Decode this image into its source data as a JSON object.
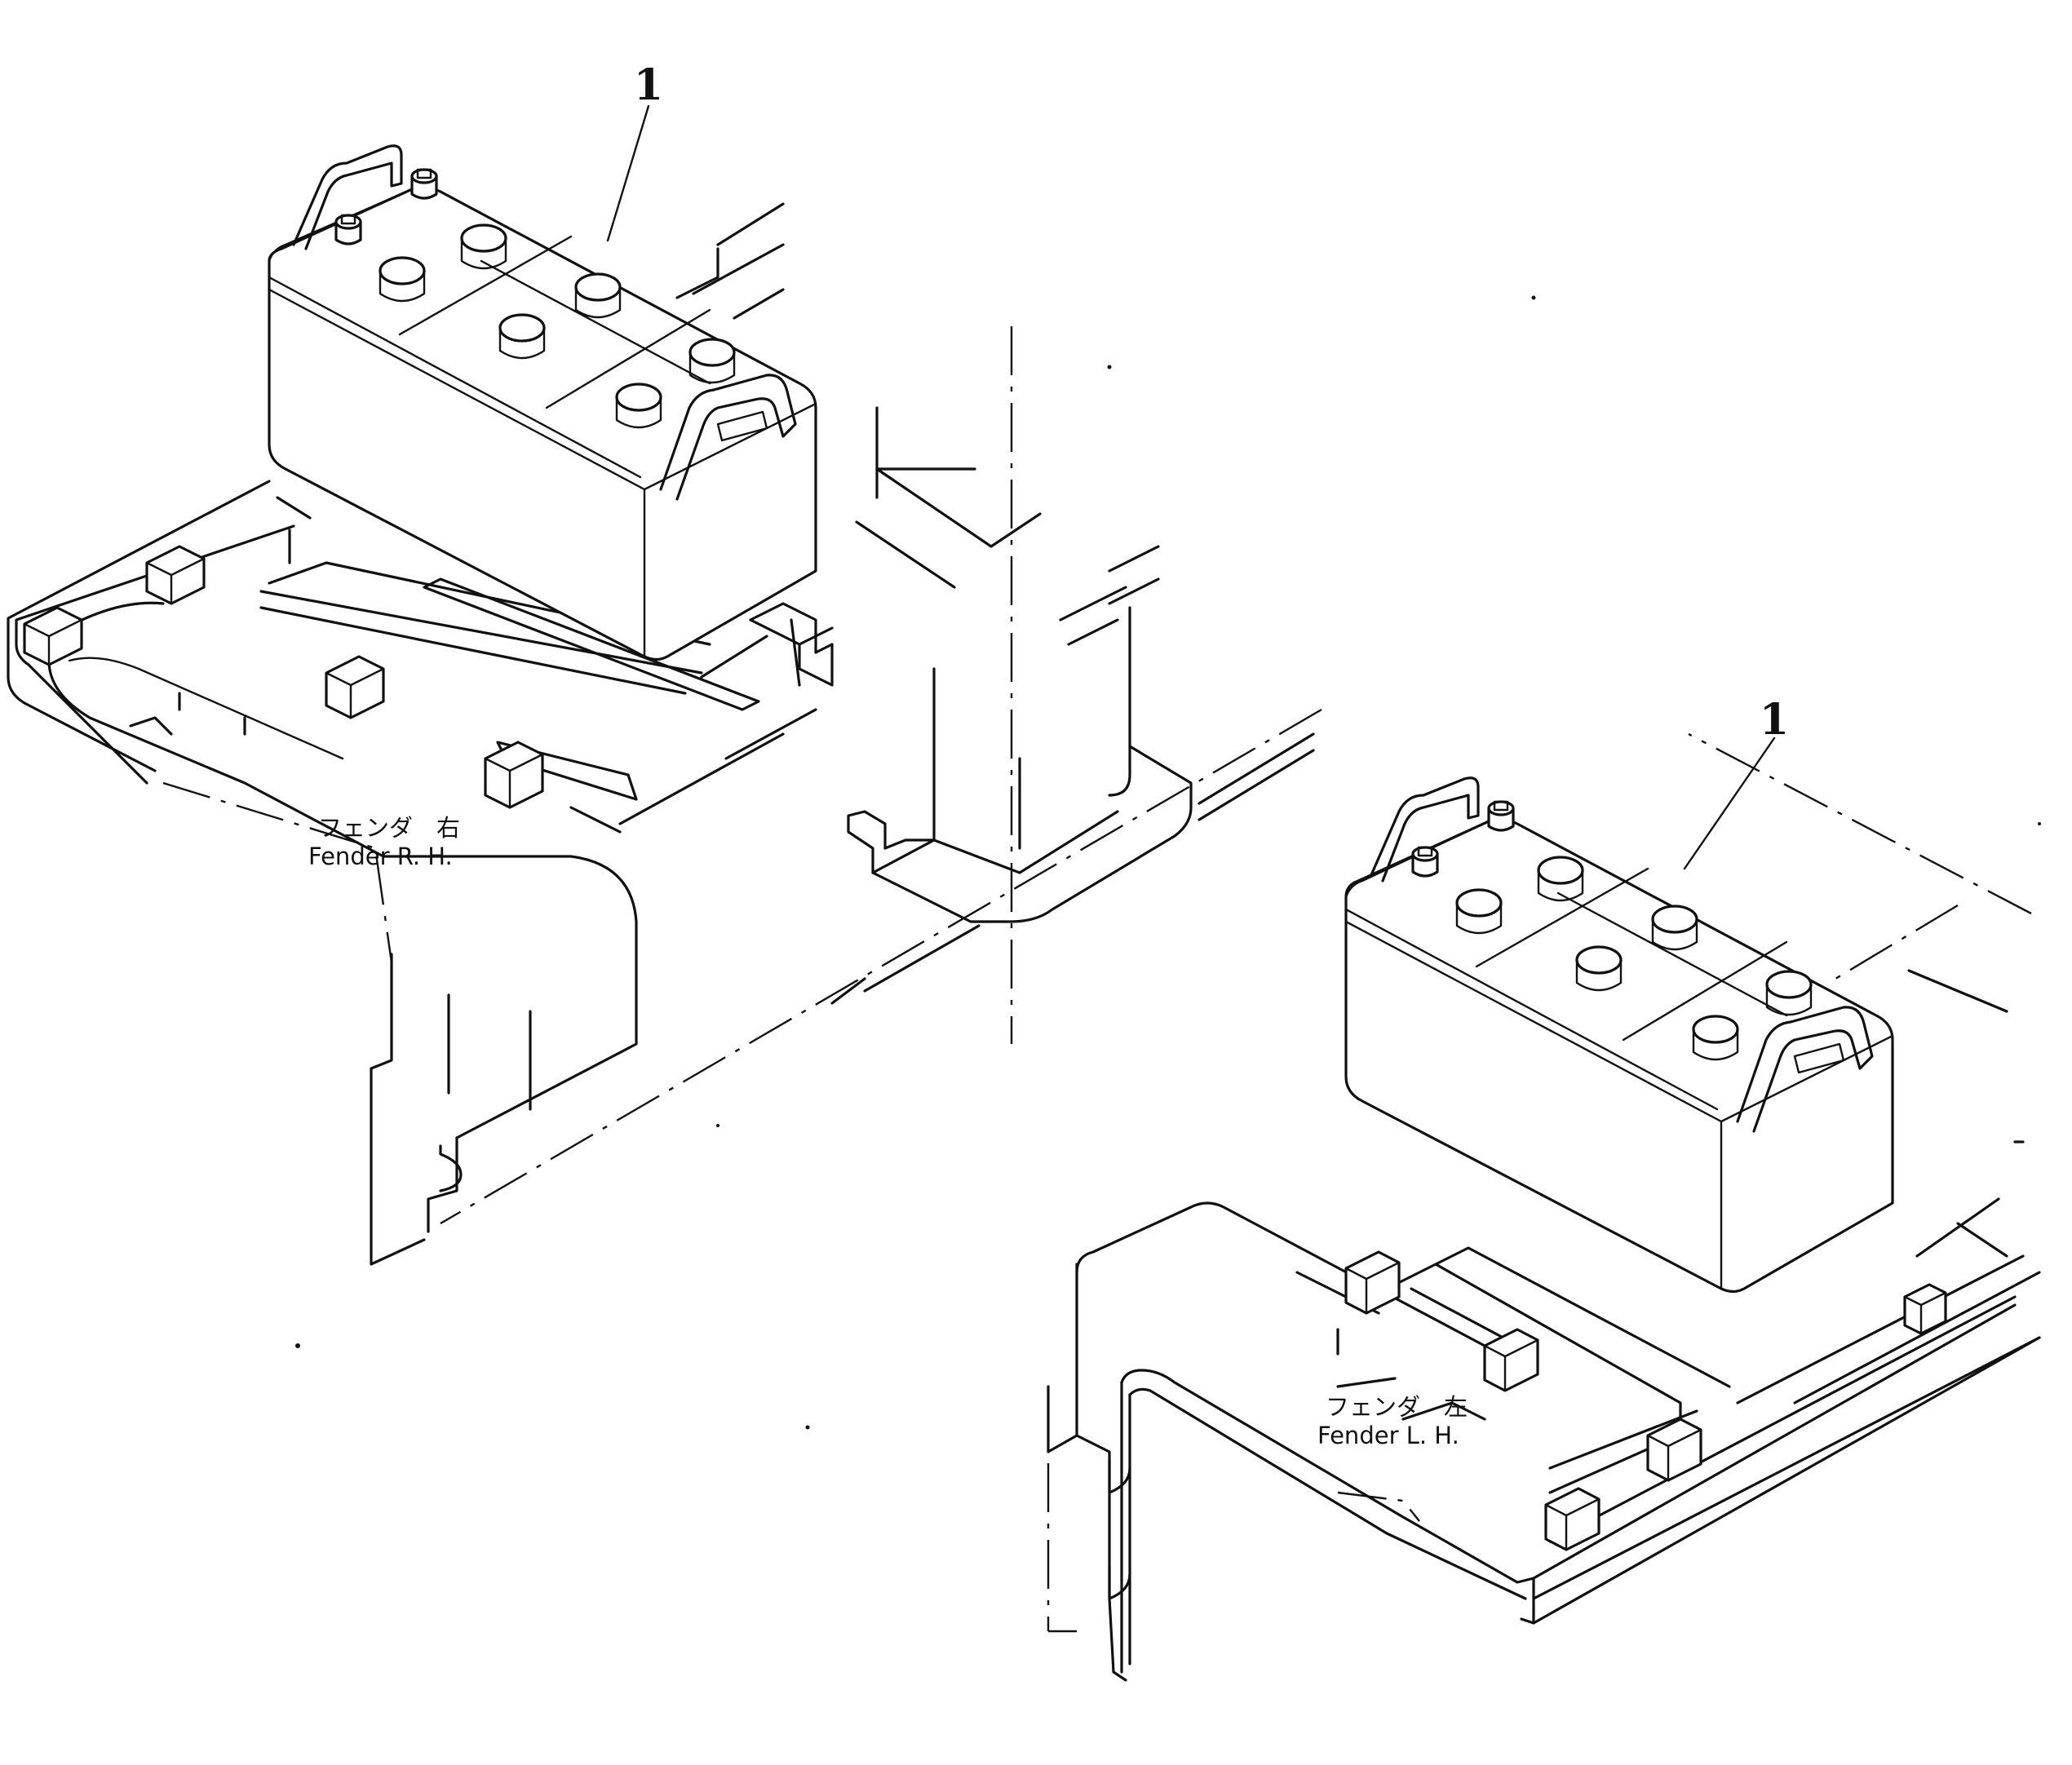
{
  "callouts": {
    "right_battery": "1",
    "left_battery": "1"
  },
  "labels": {
    "fender_rh_jp": "フェンダ　右",
    "fender_rh_en": "Fender  R. H.",
    "fender_lh_jp": "フェンダ　左",
    "fender_lh_en": "Fender  L. H."
  },
  "colors": {
    "line": "#111111",
    "background": "#ffffff"
  }
}
